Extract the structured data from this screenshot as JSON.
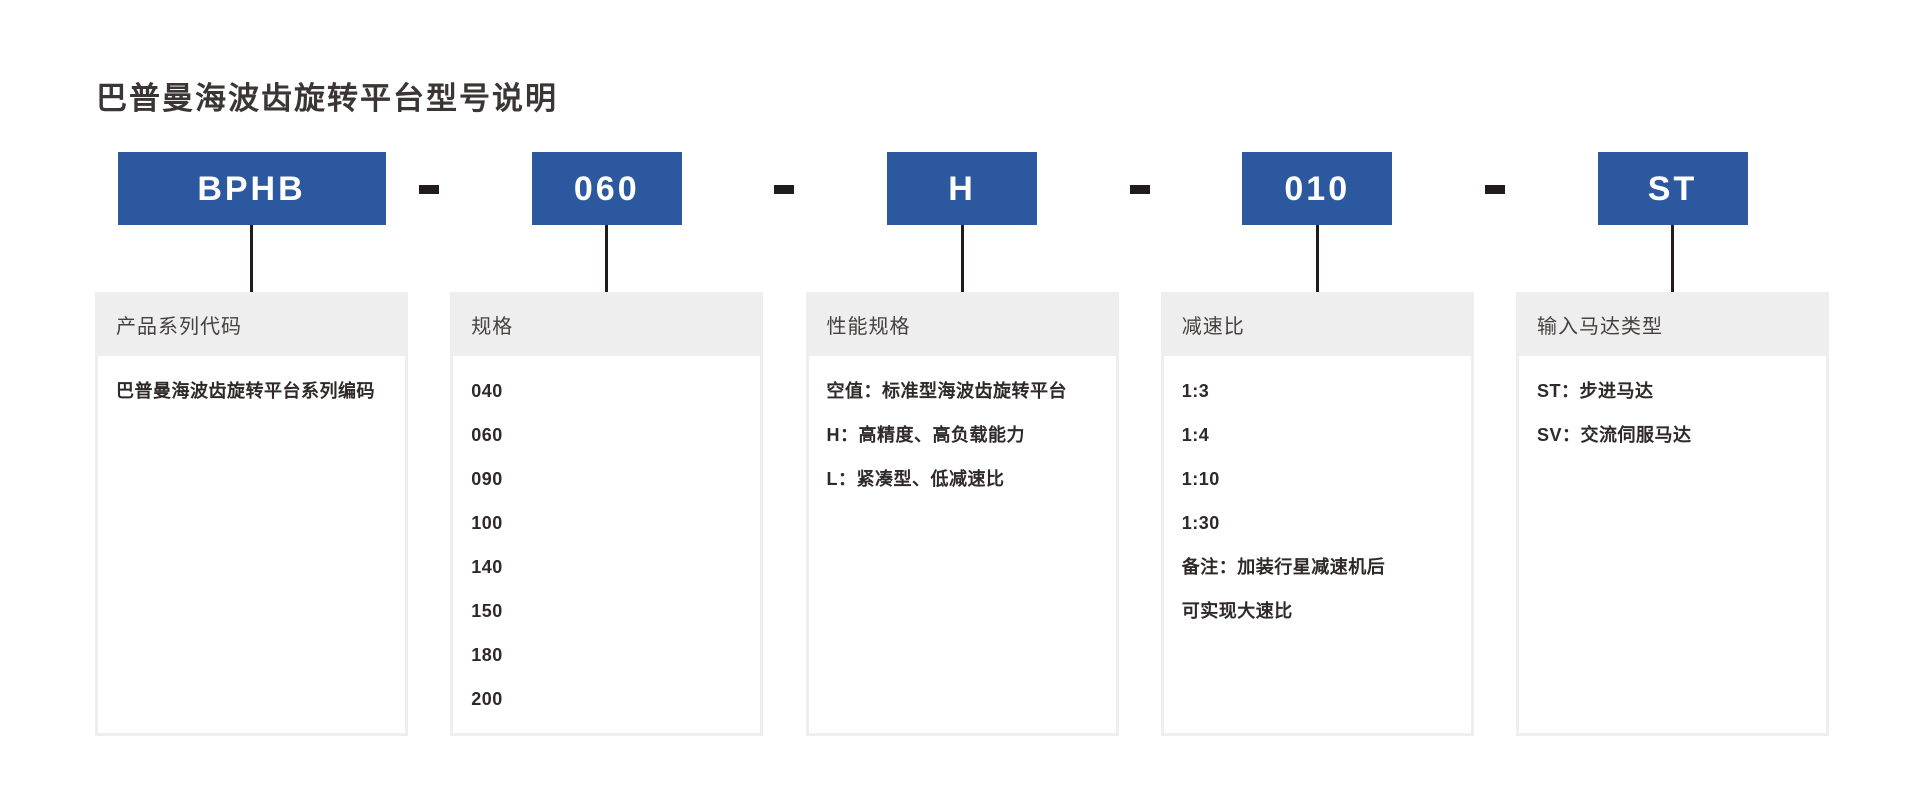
{
  "page": {
    "title": "巴普曼海波齿旋转平台型号说明"
  },
  "colors": {
    "accent_blue": "#2c589f",
    "line_dark": "#211c1b",
    "card_gray": "#efeeee",
    "title_text": "#3b3635",
    "header_text": "#454140",
    "body_text": "#2f2a29"
  },
  "model_code": {
    "separator": "-",
    "segments": [
      "BPHB",
      "060",
      "H",
      "010",
      "ST"
    ]
  },
  "columns": [
    {
      "code": "BPHB",
      "header": "产品系列代码",
      "items": [
        "巴普曼海波齿旋转平台系列编码"
      ]
    },
    {
      "code": "060",
      "header": "规格",
      "items": [
        "040",
        "060",
        "090",
        "100",
        "140",
        "150",
        "180",
        "200"
      ]
    },
    {
      "code": "H",
      "header": "性能规格",
      "items": [
        "空值：标准型海波齿旋转平台",
        "H：高精度、高负载能力",
        "L：紧凑型、低减速比"
      ]
    },
    {
      "code": "010",
      "header": "减速比",
      "items": [
        "1:3",
        "1:4",
        "1:10",
        "1:30",
        "备注：加装行星减速机后",
        "可实现大速比"
      ]
    },
    {
      "code": "ST",
      "header": "输入马达类型",
      "items": [
        "ST：步进马达",
        "SV：交流伺服马达"
      ]
    }
  ]
}
